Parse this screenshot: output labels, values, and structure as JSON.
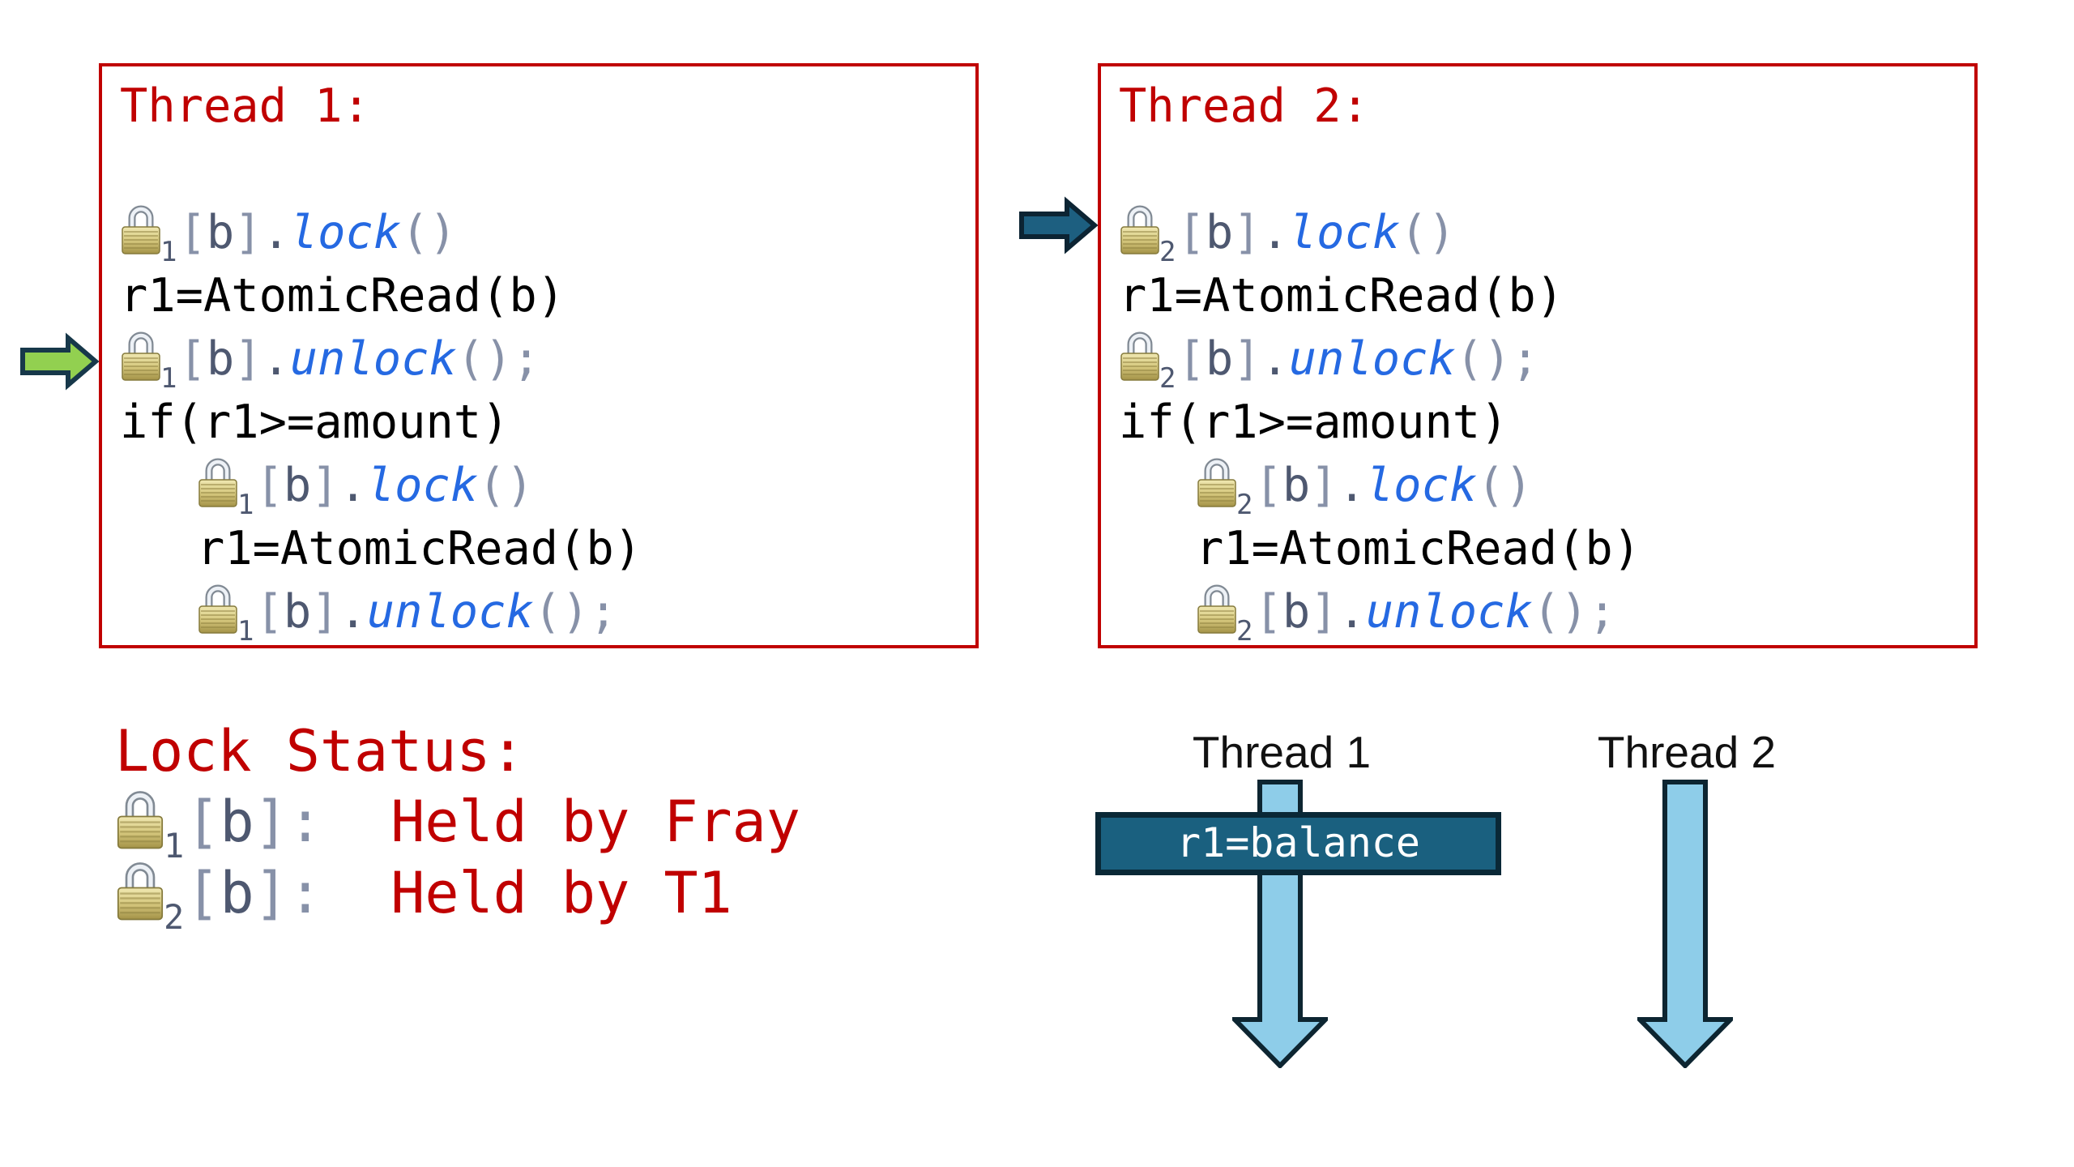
{
  "palette": {
    "box_border_red": "#C00000",
    "title_red": "#C00000",
    "code_black": "#000000",
    "punct_gray": "#8791A8",
    "var_slate": "#4E5870",
    "function_blue": "#2569E2",
    "green_arrow_fill": "#92D050",
    "green_arrow_outline": "#17384A",
    "teal_arrow_fill": "#1D5F80",
    "teal_arrow_outline": "#0C2433",
    "timeline_arrow_fill": "#8ECDE9",
    "timeline_arrow_outline": "#0D2531",
    "badge_fill": "#1A607F",
    "badge_border": "#0A2836",
    "badge_text": "#FFFFFF",
    "lock_body_gold": "#D6C87E",
    "lock_shackle_silver": "#EDF1F6"
  },
  "icons": [
    {
      "name": "lock-icon",
      "meaning": "padlock"
    },
    {
      "name": "green-right-arrow-icon",
      "meaning": "execution pointer for Thread 1"
    },
    {
      "name": "teal-right-arrow-icon",
      "meaning": "execution pointer for Thread 2"
    },
    {
      "name": "timeline-arrow-down-icon",
      "meaning": "thread timeline going down"
    }
  ],
  "threads": [
    {
      "title": "Thread 1:",
      "pointer_icon": "green-right-arrow-icon",
      "lines": [
        {
          "tokens": []
        },
        {
          "tokens": [
            [
              "L",
              "1"
            ],
            [
              "g",
              "["
            ],
            [
              "s",
              "b"
            ],
            [
              "g",
              "]"
            ],
            [
              "s",
              "."
            ],
            [
              "f",
              "lock"
            ],
            [
              "g",
              "()"
            ]
          ]
        },
        {
          "tokens": [
            [
              "k",
              "r1=AtomicRead(b)"
            ]
          ]
        },
        {
          "tokens": [
            [
              "L",
              "1"
            ],
            [
              "g",
              "["
            ],
            [
              "s",
              "b"
            ],
            [
              "g",
              "]"
            ],
            [
              "s",
              "."
            ],
            [
              "f",
              "unlock"
            ],
            [
              "g",
              "();"
            ]
          ]
        },
        {
          "tokens": [
            [
              "k",
              "if(r1>=amount)"
            ]
          ]
        },
        {
          "indent": true,
          "tokens": [
            [
              "L",
              "1"
            ],
            [
              "g",
              "["
            ],
            [
              "s",
              "b"
            ],
            [
              "g",
              "]"
            ],
            [
              "s",
              "."
            ],
            [
              "f",
              "lock"
            ],
            [
              "g",
              "()"
            ]
          ]
        },
        {
          "indent": true,
          "tokens": [
            [
              "k",
              "r1=AtomicRead(b)"
            ]
          ]
        },
        {
          "indent": true,
          "tokens": [
            [
              "L",
              "1"
            ],
            [
              "g",
              "["
            ],
            [
              "s",
              "b"
            ],
            [
              "g",
              "]"
            ],
            [
              "s",
              "."
            ],
            [
              "f",
              "unlock"
            ],
            [
              "g",
              "();"
            ]
          ]
        }
      ]
    },
    {
      "title": "Thread 2:",
      "pointer_icon": "teal-right-arrow-icon",
      "lines": [
        {
          "tokens": []
        },
        {
          "tokens": [
            [
              "L",
              "2"
            ],
            [
              "g",
              "["
            ],
            [
              "s",
              "b"
            ],
            [
              "g",
              "]"
            ],
            [
              "s",
              "."
            ],
            [
              "f",
              "lock"
            ],
            [
              "g",
              "()"
            ]
          ]
        },
        {
          "tokens": [
            [
              "k",
              "r1=AtomicRead(b)"
            ]
          ]
        },
        {
          "tokens": [
            [
              "L",
              "2"
            ],
            [
              "g",
              "["
            ],
            [
              "s",
              "b"
            ],
            [
              "g",
              "]"
            ],
            [
              "s",
              "."
            ],
            [
              "f",
              "unlock"
            ],
            [
              "g",
              "();"
            ]
          ]
        },
        {
          "tokens": [
            [
              "k",
              "if(r1>=amount)"
            ]
          ]
        },
        {
          "indent": true,
          "tokens": [
            [
              "L",
              "2"
            ],
            [
              "g",
              "["
            ],
            [
              "s",
              "b"
            ],
            [
              "g",
              "]"
            ],
            [
              "s",
              "."
            ],
            [
              "f",
              "lock"
            ],
            [
              "g",
              "()"
            ]
          ]
        },
        {
          "indent": true,
          "tokens": [
            [
              "k",
              "r1=AtomicRead(b)"
            ]
          ]
        },
        {
          "indent": true,
          "tokens": [
            [
              "L",
              "2"
            ],
            [
              "g",
              "["
            ],
            [
              "s",
              "b"
            ],
            [
              "g",
              "]"
            ],
            [
              "s",
              "."
            ],
            [
              "f",
              "unlock"
            ],
            [
              "g",
              "();"
            ]
          ]
        }
      ]
    }
  ],
  "lock_status": {
    "title": "Lock Status:",
    "entries": [
      {
        "tokens": [
          [
            "L",
            "1"
          ],
          [
            "g",
            "["
          ],
          [
            "s",
            "b"
          ],
          [
            "g",
            "]"
          ],
          [
            "g",
            ":"
          ],
          [
            "r",
            "  Held by Fray"
          ]
        ]
      },
      {
        "tokens": [
          [
            "L",
            "2"
          ],
          [
            "g",
            "["
          ],
          [
            "s",
            "b"
          ],
          [
            "g",
            "]"
          ],
          [
            "g",
            ":"
          ],
          [
            "r",
            "  Held by T1"
          ]
        ]
      }
    ]
  },
  "timeline": {
    "lanes": [
      {
        "label": "Thread 1",
        "badge": "r1=balance"
      },
      {
        "label": "Thread 2",
        "badge": null
      }
    ]
  }
}
